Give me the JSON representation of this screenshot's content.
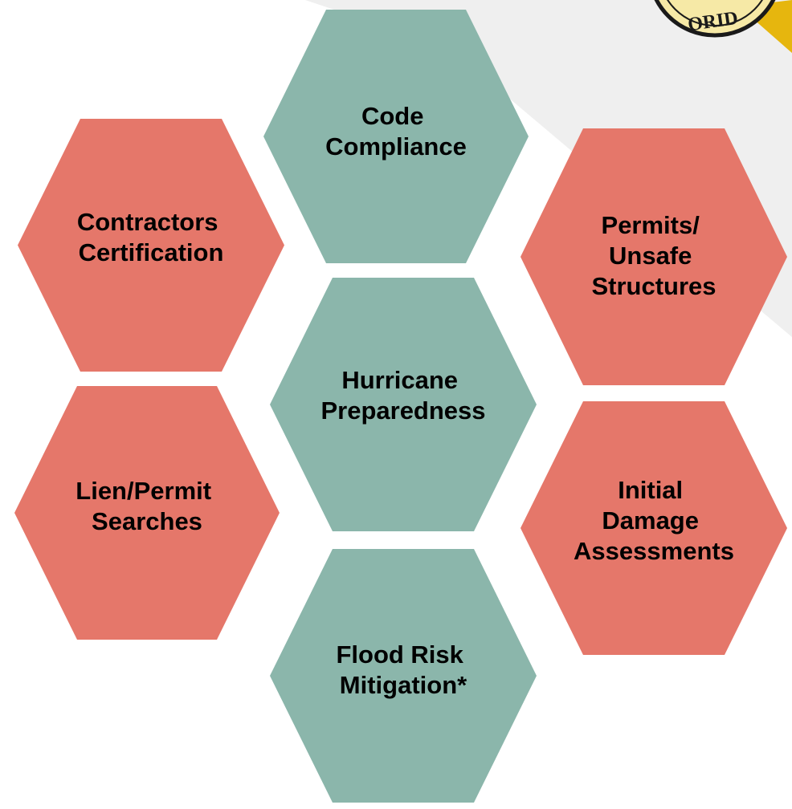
{
  "colors": {
    "background": "#ffffff",
    "backdrop_panel": "#efefef",
    "accent_corner": "#e6b60e",
    "seal_fill": "#f6e9a6",
    "seal_ring": "#1a1a1a",
    "teal": "#8bb6ab",
    "coral": "#e5776a",
    "text": "#000000"
  },
  "seal": {
    "icon": "county-seal-icon",
    "text_fragment": "ORID"
  },
  "hexagons": [
    {
      "id": "code-compliance",
      "color": "teal",
      "lines": [
        "Code",
        "Compliance"
      ]
    },
    {
      "id": "contractors-certification",
      "color": "coral",
      "lines": [
        "Contractors",
        "Certification"
      ]
    },
    {
      "id": "permits-unsafe-structures",
      "color": "coral",
      "lines": [
        "Permits/",
        "Unsafe",
        "Structures"
      ]
    },
    {
      "id": "hurricane-preparedness",
      "color": "teal",
      "lines": [
        "Hurricane",
        "Preparedness"
      ]
    },
    {
      "id": "lien-permit-searches",
      "color": "coral",
      "lines": [
        "Lien/Permit",
        "Searches"
      ]
    },
    {
      "id": "initial-damage-assessments",
      "color": "coral",
      "lines": [
        "Initial",
        "Damage",
        "Assessments"
      ]
    },
    {
      "id": "flood-risk-mitigation",
      "color": "teal",
      "lines": [
        "Flood Risk",
        "Mitigation*"
      ]
    }
  ]
}
